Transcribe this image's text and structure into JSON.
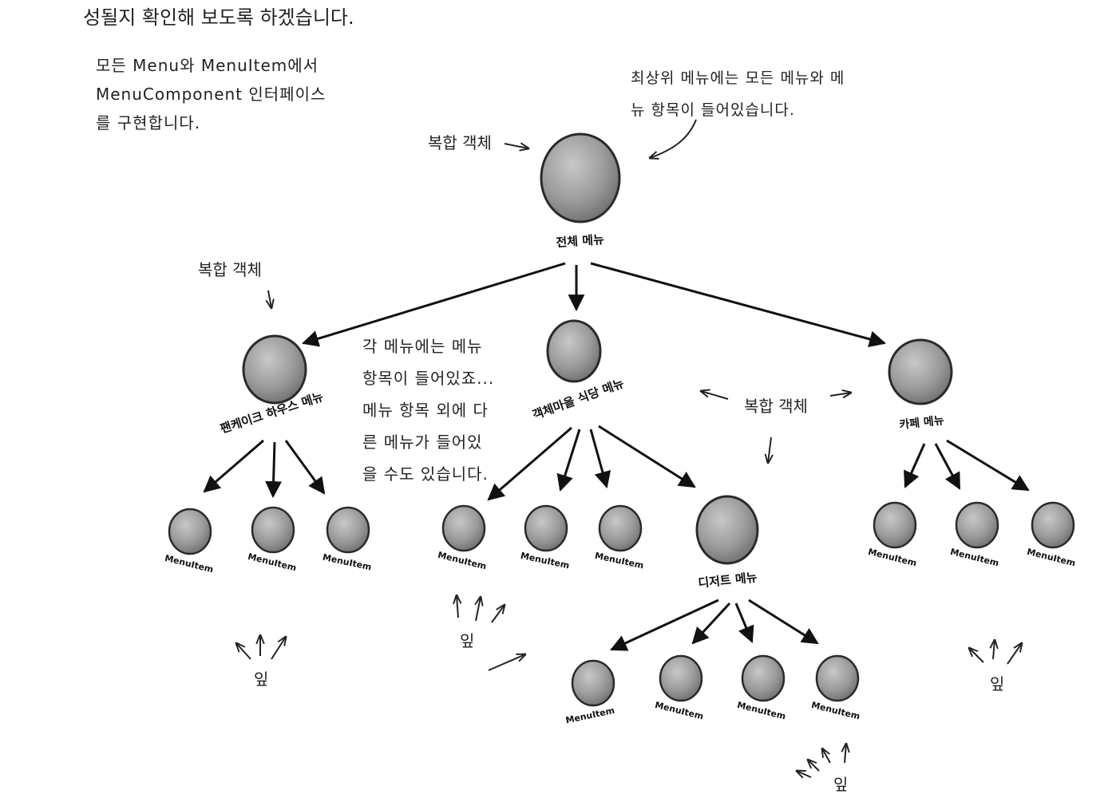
{
  "intro_text": "성될지 확인해 보도록 하겠습니다.",
  "notes": {
    "interface": [
      "모든 Menu와 MenuItem에서",
      "MenuComponent 인터페이스",
      "를 구현합니다."
    ],
    "top_menu": [
      "최상위 메뉴에는 모든 메뉴와 메",
      "뉴 항목이 들어있습니다."
    ],
    "each_menu": [
      "각 메뉴에는 메뉴",
      "항목이 들어있죠...",
      "메뉴 항목 외에 다",
      "른 메뉴가 들어있",
      "을 수도 있습니다."
    ]
  },
  "composite_label": "복합 객체",
  "leaf_label": "잎",
  "nodes": {
    "all_menus": "전체 메뉴",
    "pancake_menu": "팬케이크 하우스 메뉴",
    "diner_menu": "객체마을 식당 메뉴",
    "cafe_menu": "카페 메뉴",
    "dessert_menu": "디저트 메뉴",
    "menu_item": "MenuItem"
  },
  "colors": {
    "node_fill": "#9a9a9a",
    "node_stroke": "#2a2a2a",
    "line": "#111111"
  }
}
